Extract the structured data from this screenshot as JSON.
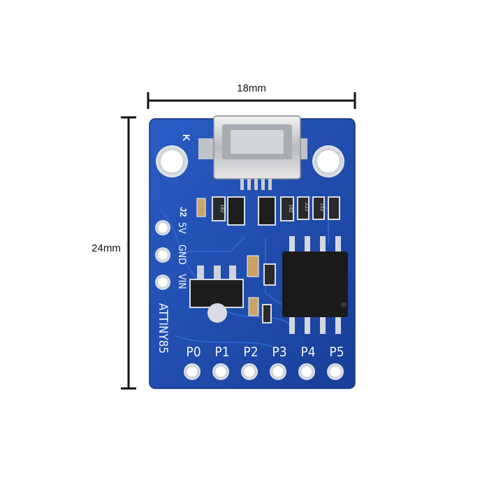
{
  "dimensions": {
    "width_label": "18mm",
    "height_label": "24mm"
  },
  "board": {
    "model_label": "ATTINY85",
    "corner_mark": "K",
    "header_label": "J2",
    "power_pins": [
      "5V",
      "GND",
      "VIN"
    ],
    "io_pins": [
      "P0",
      "P1",
      "P2",
      "P3",
      "P4",
      "P5"
    ],
    "resistor_codes": [
      "102",
      "102",
      "222",
      "152"
    ],
    "colors": {
      "pcb": "#1c4fb0",
      "silkscreen": "#f4f7ff",
      "pad": "#d9dde3",
      "chip": "#1a1a1a"
    }
  }
}
